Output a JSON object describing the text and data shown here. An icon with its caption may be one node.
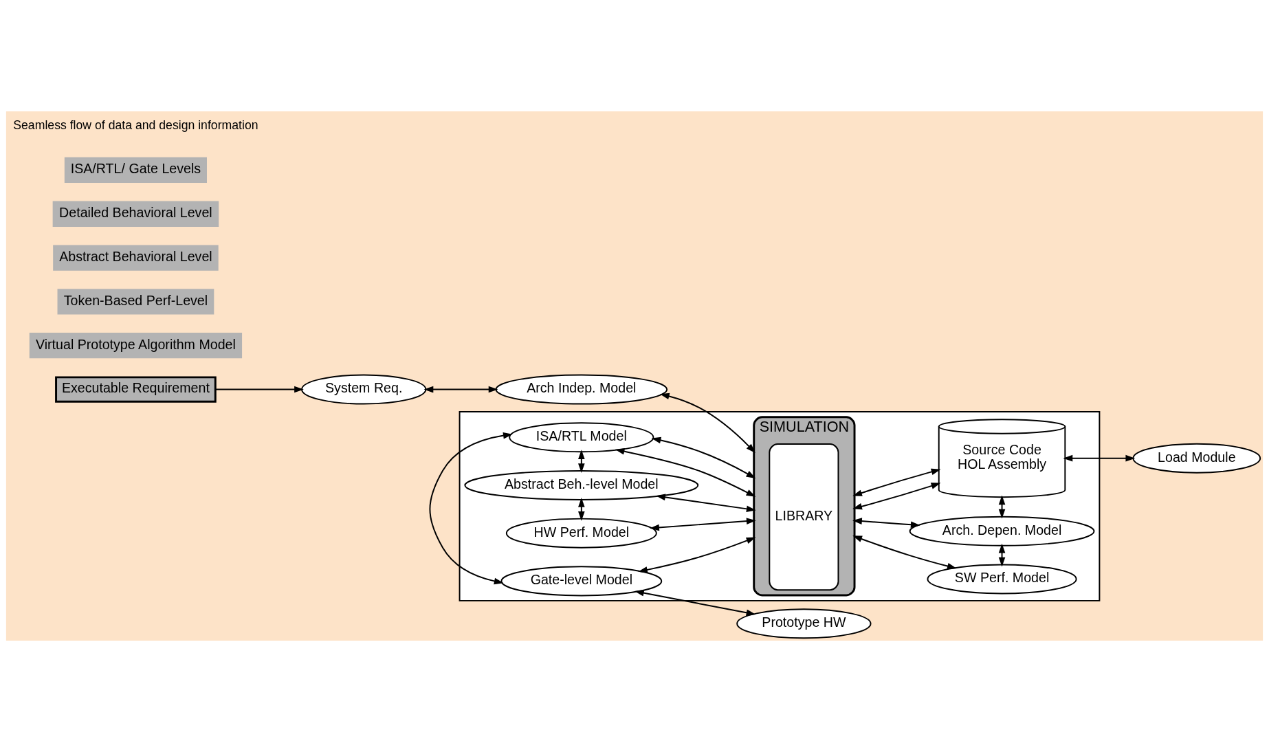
{
  "diagram": {
    "nodes": [
      {
        "text": [
          "Executable Requirement"
        ]
      },
      {
        "text": [
          "System Req."
        ]
      },
      {
        "text": [
          "Arch Indep. Model"
        ]
      },
      {
        "text": [
          "Virtual Prototype Algorithm Model"
        ]
      },
      {
        "text": [],
        "shape": "box"
      },
      {
        "text": [
          "HW Perf. Model"
        ],
        "in": 4
      },
      {
        "text": [
          "SIMULATION"
        ],
        "in": 4
      },
      {
        "text": [
          "LIBRARY"
        ],
        "in": 6
      },
      {
        "text": [
          "SW Perf. Model"
        ],
        "in": 4
      },
      {
        "text": [
          "Token-Based Perf-Level"
        ]
      },
      {
        "text": [
          "Abstract Beh.-level Model"
        ],
        "in": 4
      },
      {
        "text": [
          "Arch. Depen. Model"
        ],
        "in": 4
      },
      {
        "text": [
          "Abstract Behavioral Level"
        ]
      },
      {
        "text": [
          "ISA/RTL Model"
        ],
        "in": 4
      },
      {
        "text": [
          "Source Code",
          "HOL Assembly"
        ],
        "in": 4
      },
      {
        "text": [
          "Detailed Behavioral Level"
        ]
      },
      {
        "text": [
          "Gate-level Model"
        ],
        "in": 4
      },
      {
        "text": [
          "ISA/RTL/ Gate Levels"
        ]
      },
      {
        "text": [
          "Prototype HW"
        ]
      },
      {
        "text": [
          "Load Module"
        ]
      }
    ],
    "edges": [
      {
        "from": 0,
        "to": 1,
        "arrow": "to"
      },
      {
        "from": 1,
        "to": 2,
        "arrow": "both"
      },
      {
        "from": 2,
        "to": 6,
        "arrow": "both"
      },
      {
        "from": 5,
        "to": 6,
        "arrow": "both"
      },
      {
        "from": 6,
        "to": 8,
        "arrow": "both"
      },
      {
        "from": 5,
        "to": 10,
        "arrow": "both"
      },
      {
        "from": 8,
        "to": 11,
        "arrow": "both"
      },
      {
        "from": 10,
        "to": 6,
        "arrow": "both"
      },
      {
        "from": 6,
        "to": 11,
        "arrow": "both"
      },
      {
        "from": 10,
        "to": 13,
        "arrow": "both"
      },
      {
        "from": 11,
        "to": 14,
        "arrow": "both"
      },
      {
        "from": 13,
        "to": 6,
        "arrow": "both"
      },
      {
        "from": 13,
        "to": 6,
        "arrow": "both"
      },
      {
        "from": 6,
        "to": 14,
        "arrow": "both"
      },
      {
        "from": 6,
        "to": 14,
        "arrow": "both"
      },
      {
        "from": 13,
        "to": 16,
        "arrow": "both"
      },
      {
        "from": 16,
        "to": 6,
        "arrow": "both"
      },
      {
        "from": 16,
        "to": 18,
        "arrow": "both"
      },
      {
        "from": 14,
        "to": 19,
        "arrow": "both"
      }
    ],
    "labels": [
      "Seamless flow of data and design information"
    ]
  }
}
